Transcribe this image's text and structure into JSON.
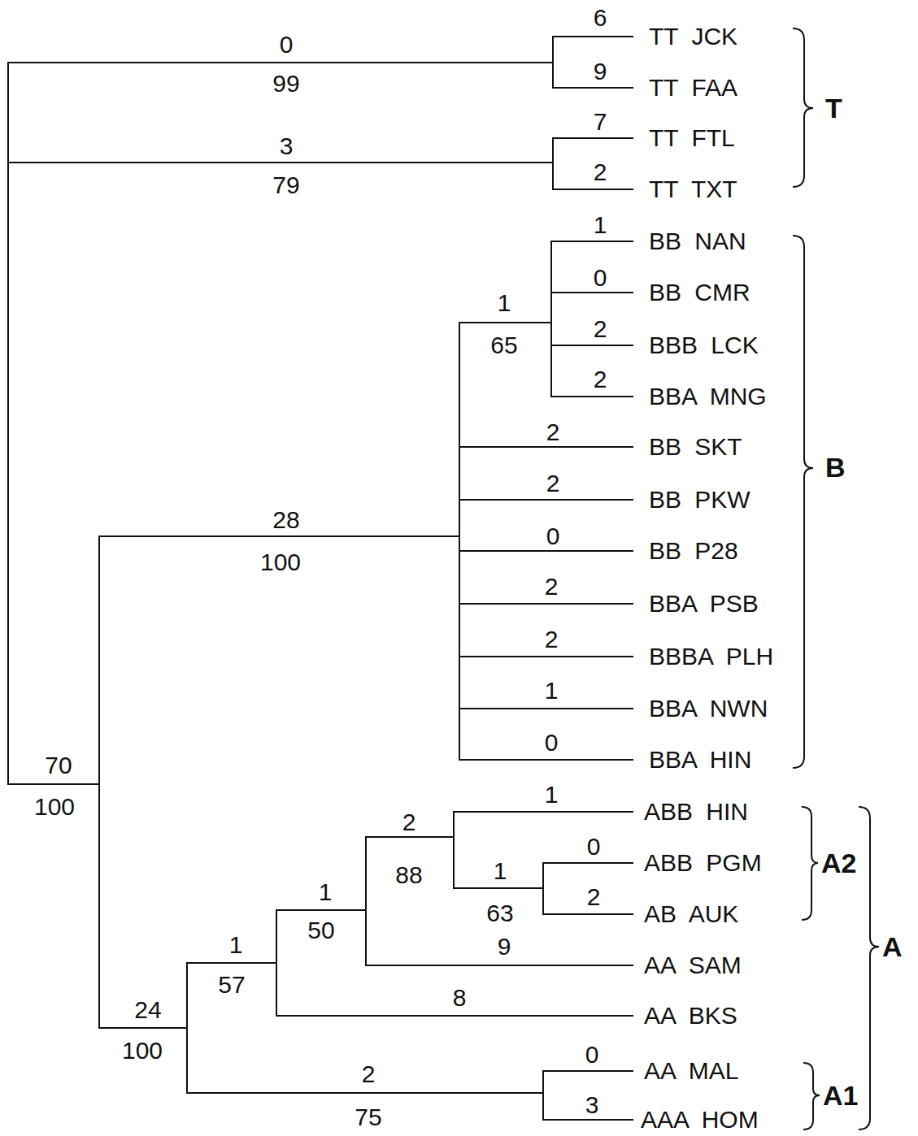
{
  "diagram": {
    "labels": [
      "0",
      "99",
      "6",
      "TT JCK",
      "9",
      "TT FAA",
      "T",
      "7",
      "TT FTL",
      "3",
      "2",
      "79",
      "TT TXT",
      "1",
      "BB NAN",
      "0",
      "BB CMR",
      "1",
      "2",
      "BBB LCK",
      "65",
      "2",
      "BBA MNG",
      "2",
      "BB SKT",
      "B",
      "2",
      "BB PKW",
      "28",
      "0",
      "BB P28",
      "100",
      "2",
      "BBA PSB",
      "2",
      "BBBA PLH",
      "1",
      "BBA NWN",
      "0",
      "BBA HIN",
      "70",
      "100",
      "1",
      "ABB HIN",
      "2",
      "0",
      "ABB PGM",
      "A2",
      "1",
      "88",
      "1",
      "2",
      "63",
      "AB AUK",
      "9",
      "A",
      "AA SAM",
      "1",
      "50",
      "57",
      "8",
      "24",
      "AA BKS",
      "100",
      "0",
      "AA MAL",
      "2",
      "A1",
      "3",
      "75",
      "AAA HOM"
    ]
  }
}
